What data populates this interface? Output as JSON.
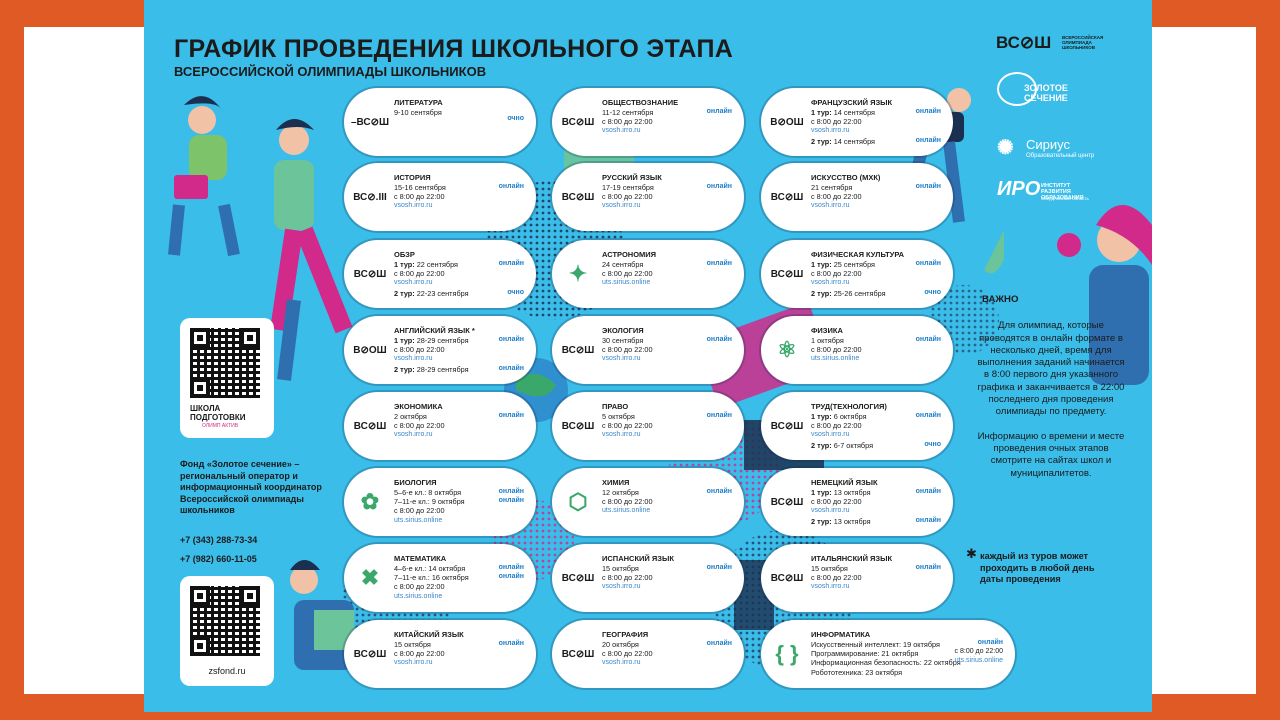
{
  "header": {
    "title": "ГРАФИК ПРОВЕДЕНИЯ ШКОЛЬНОГО ЭТАПА",
    "subtitle": "ВСЕРОССИЙСКОЙ ОЛИМПИАДЫ ШКОЛЬНИКОВ"
  },
  "brands": {
    "vsosh_main": "ВС⊘Ш",
    "vsosh_caption": "ВСЕРОССИЙСКАЯ ОЛИМПИАДА ШКОЛЬНИКОВ",
    "zolotoe": "ЗОЛОТОЕ СЕЧЕНИЕ",
    "sirius": "Сириус",
    "sirius_sub": "Образовательный центр",
    "iro": "ИРО",
    "iro_sub": "ИНСТИТУТ РАЗВИТИЯ ОБРАЗОВАНИЯ",
    "iro_sub2": "Свердловская область"
  },
  "qr1": {
    "caption1": "ШКОЛА",
    "caption2": "ПОДГОТОВКИ",
    "caption3": "ОЛИМП АКТИВ"
  },
  "qr2": {
    "caption": "zsfond.ru"
  },
  "contacts": {
    "about": "Фонд «Золотое сечение» – региональный оператор и информационный координатор Всероссийской олимпиады школьников",
    "phone1": "+7 (343) 288-73-34",
    "phone2": "+7 (982) 660-11-05"
  },
  "important": {
    "title": "ВАЖНО",
    "p1": "Для олимпиад, которые проводятся в онлайн формате в несколько дней, время для выполнения заданий начинается в 8:00 первого дня указанного графика и заканчивается в 22:00 последнего дня проведения олимпиады по предмету.",
    "p2": "Информацию о времени и месте проведения очных этапов смотрите на сайтах школ и муниципалитетов.",
    "note": "каждый из туров может проходить в любой день даты проведения",
    "star": "✱"
  },
  "columns": [
    [
      {
        "logo": "–ВС⊘Ш",
        "name": "ЛИТЕРАТУРА",
        "lines": [
          "9-10 сентября"
        ],
        "site": "",
        "formats": [
          "очно"
        ]
      },
      {
        "logo": "ВС⊘.III",
        "name": "ИСТОРИЯ",
        "lines": [
          "15-16 сентября",
          "с 8:00 до 22:00"
        ],
        "site": "vsosh.irro.ru",
        "formats": [
          "онлайн"
        ]
      },
      {
        "logo": "ВС⊘Ш",
        "name": "ОБЗР",
        "lines": [
          "1 тур: 22 сентября",
          "с 8:00 до 22:00"
        ],
        "site": "vsosh.irro.ru",
        "tour2": "2 тур: 22-23 сентября",
        "formats": [
          "онлайн",
          "очно"
        ]
      },
      {
        "logo": "В⊘ОШ",
        "name": "АНГЛИЙСКИЙ ЯЗЫК *",
        "lines": [
          "1 тур: 28-29 сентября",
          "с 8:00 до 22:00"
        ],
        "site": "vsosh.irro.ru",
        "tour2": "2 тур: 28-29 сентября",
        "formats": [
          "онлайн",
          "онлайн"
        ]
      },
      {
        "logo": "ВС⊘Ш",
        "name": "ЭКОНОМИКА",
        "lines": [
          "2 октября",
          "с 8:00 до 22:00"
        ],
        "site": "vsosh.irro.ru",
        "formats": [
          "онлайн"
        ]
      },
      {
        "logo": "✿",
        "name": "БИОЛОГИЯ",
        "lines": [
          "5–6-е кл.: 8 октября",
          "7–11-е кл.: 9 октября",
          "с 8:00 до 22:00"
        ],
        "site": "uts.sirius.online",
        "formats": [
          "онлайн",
          "онлайн"
        ]
      },
      {
        "logo": "✖",
        "name": "МАТЕМАТИКА",
        "lines": [
          "4–6-е кл.: 14 октября",
          "7–11-е кл.: 16 октября",
          "с 8:00 до 22:00"
        ],
        "site": "uts.sirius.online",
        "formats": [
          "онлайн",
          "онлайн"
        ]
      },
      {
        "logo": "ВС⊘Ш",
        "name": "КИТАЙСКИЙ ЯЗЫК",
        "lines": [
          "15 октября",
          "с 8:00 до 22:00"
        ],
        "site": "vsosh.irro.ru",
        "formats": [
          "онлайн"
        ]
      }
    ],
    [
      {
        "logo": "ВС⊘Ш",
        "name": "ОБЩЕСТВОЗНАНИЕ",
        "lines": [
          "11-12 сентября",
          "с 8:00 до 22:00"
        ],
        "site": "vsosh.irro.ru",
        "formats": [
          "онлайн"
        ]
      },
      {
        "logo": "ВС⊘Ш",
        "name": "РУССКИЙ ЯЗЫК",
        "lines": [
          "17-19 сентября",
          "с 8:00 до 22:00"
        ],
        "site": "vsosh.irro.ru",
        "formats": [
          "онлайн"
        ]
      },
      {
        "logo": "✦",
        "name": "АСТРОНОМИЯ",
        "lines": [
          "24 сентября",
          "с 8:00 до 22:00"
        ],
        "site": "uts.sirius.online",
        "formats": [
          "онлайн"
        ]
      },
      {
        "logo": "ВС⊘Ш",
        "name": "ЭКОЛОГИЯ",
        "lines": [
          "30 сентября",
          "с 8:00 до 22:00"
        ],
        "site": "vsosh.irro.ru",
        "formats": [
          "онлайн"
        ]
      },
      {
        "logo": "ВС⊘Ш",
        "name": "ПРАВО",
        "lines": [
          "5 октября",
          "с 8:00 до 22:00"
        ],
        "site": "vsosh.irro.ru",
        "formats": [
          "онлайн"
        ]
      },
      {
        "logo": "⬡",
        "name": "ХИМИЯ",
        "lines": [
          "12 октября",
          "с 8:00 до 22:00"
        ],
        "site": "uts.sirius.online",
        "formats": [
          "онлайн"
        ]
      },
      {
        "logo": "ВС⊘Ш",
        "name": "ИСПАНСКИЙ ЯЗЫК",
        "lines": [
          "15 октября",
          "с 8:00 до 22:00"
        ],
        "site": "vsosh.irro.ru",
        "formats": [
          "онлайн"
        ]
      },
      {
        "logo": "ВС⊘Ш",
        "name": "ГЕОГРАФИЯ",
        "lines": [
          "20 октября",
          "с 8:00 до 22:00"
        ],
        "site": "vsosh.irro.ru",
        "formats": [
          "онлайн"
        ]
      }
    ],
    [
      {
        "logo": "В⊘ОШ",
        "name": "ФРАНЦУЗСКИЙ ЯЗЫК",
        "lines": [
          "1 тур: 14 сентября",
          "с 8:00 до 22:00"
        ],
        "site": "vsosh.irro.ru",
        "tour2": "2 тур: 14 сентября",
        "formats": [
          "онлайн",
          "онлайн"
        ]
      },
      {
        "logo": "ВС⊘Ш",
        "name": "ИСКУССТВО (МХК)",
        "lines": [
          "21 сентября",
          "с 8:00 до 22:00"
        ],
        "site": "vsosh.irro.ru",
        "formats": [
          "онлайн"
        ]
      },
      {
        "logo": "ВС⊘Ш",
        "name": "ФИЗИЧЕСКАЯ КУЛЬТУРА",
        "lines": [
          "1 тур: 25 сентября",
          "с 8:00 до 22:00"
        ],
        "site": "vsosh.irro.ru",
        "tour2": "2 тур: 25-26 сентября",
        "formats": [
          "онлайн",
          "очно"
        ]
      },
      {
        "logo": "⚛",
        "name": "ФИЗИКА",
        "lines": [
          "1 октября",
          "с 8:00 до 22:00"
        ],
        "site": "uts.sirius.online",
        "formats": [
          "онлайн"
        ]
      },
      {
        "logo": "ВС⊘Ш",
        "name": "ТРУД(ТЕХНОЛОГИЯ)",
        "lines": [
          "1 тур: 6 октября",
          "с 8:00 до 22:00"
        ],
        "site": "vsosh.irro.ru",
        "tour2": "2 тур: 6-7 октября",
        "formats": [
          "онлайн",
          "очно"
        ]
      },
      {
        "logo": "ВС⊘Ш",
        "name": "НЕМЕЦКИЙ ЯЗЫК",
        "lines": [
          "1 тур: 13 октября",
          "с 8:00 до 22:00"
        ],
        "site": "vsosh.irro.ru",
        "tour2": "2 тур: 13 октября",
        "formats": [
          "онлайн",
          "онлайн"
        ]
      },
      {
        "logo": "ВС⊘Ш",
        "name": "ИТАЛЬЯНСКИЙ ЯЗЫК",
        "lines": [
          "15 октября",
          "с 8:00 до 22:00"
        ],
        "site": "vsosh.irro.ru",
        "formats": [
          "онлайн"
        ]
      },
      {
        "logo": "{ }",
        "name": "ИНФОРМАТИКА",
        "lines": [
          "Искусственный интеллект: 19 октября",
          "Программирование: 21 октября",
          "Информационная безопасность: 22 октября",
          "Робототехника: 23 октября"
        ],
        "site": "",
        "formats": [
          "онлайн",
          "с 8:00 до 22:00",
          "uts.sirius.online"
        ]
      }
    ]
  ],
  "colors": {
    "page_bg": "#e05a26",
    "poster_bg": "#3bbde9",
    "card_bg": "#ffffff",
    "accent_pink": "#d12a8a",
    "accent_green": "#3aa86b",
    "link": "#1e7ec9"
  }
}
